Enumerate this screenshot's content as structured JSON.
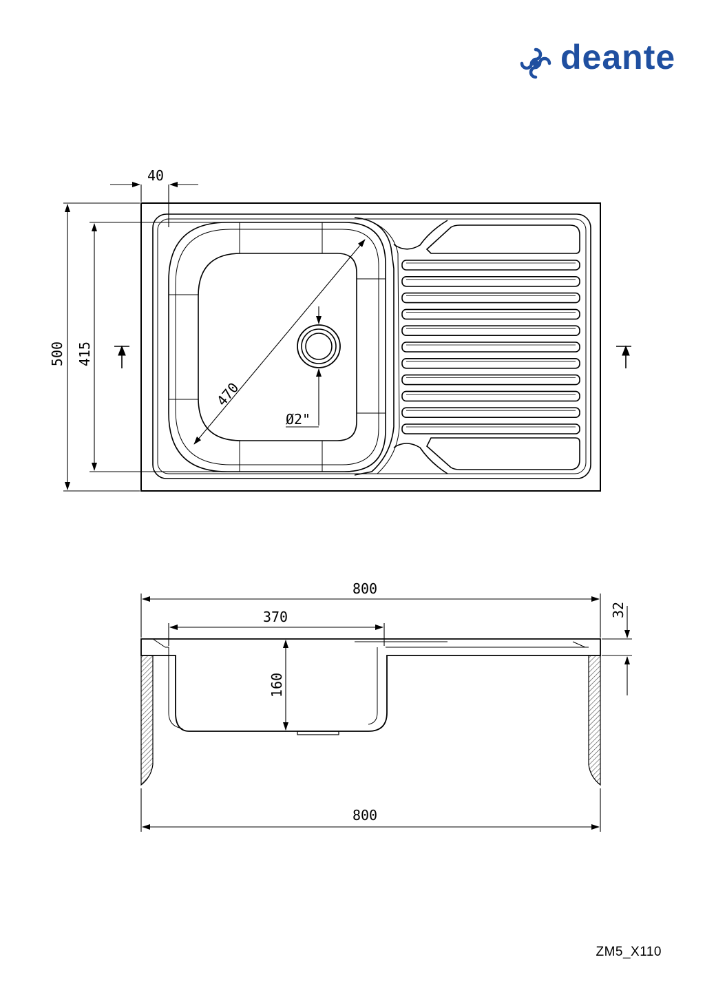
{
  "brand": {
    "name": "deante",
    "color": "#1f4fa0"
  },
  "top_view": {
    "dims": {
      "flange": "40",
      "height_total": "500",
      "height_bowl": "415",
      "diagonal": "470",
      "drain": "Ø2\""
    }
  },
  "side_view": {
    "dims": {
      "width_top": "800",
      "bowl_width": "370",
      "bowl_depth": "160",
      "thickness": "32",
      "width_bottom": "800"
    }
  },
  "product_code": "ZM5_X110"
}
